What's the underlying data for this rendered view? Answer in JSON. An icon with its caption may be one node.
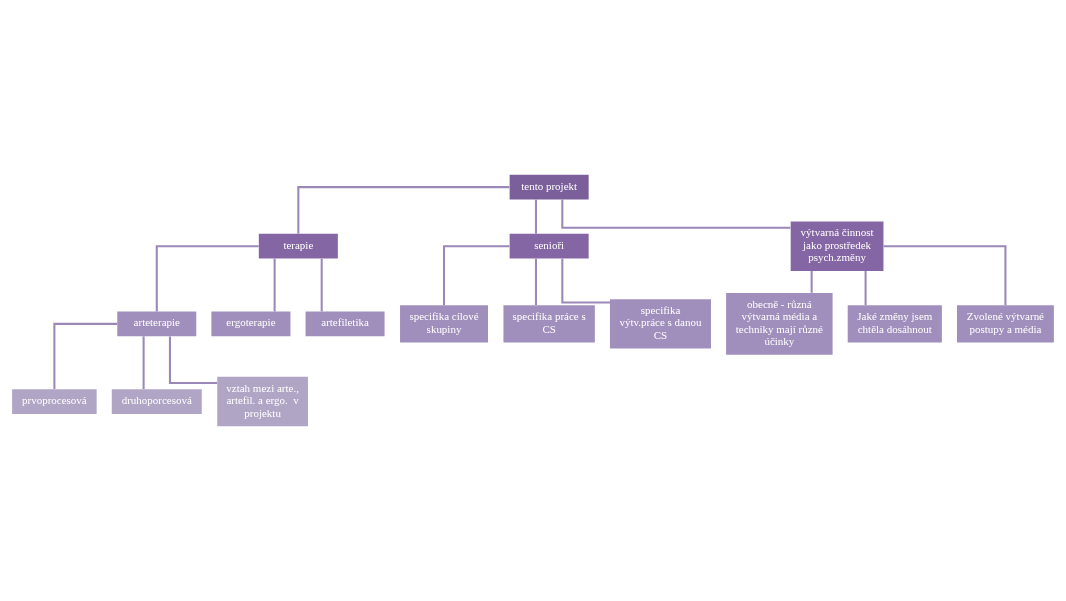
{
  "diagram": {
    "nodes": [
      {
        "text": [
          "tento projekt"
        ]
      },
      {
        "text": [
          "terapie"
        ]
      },
      {
        "text": [
          "senioři"
        ]
      },
      {
        "text": [
          "výtvarná činnost jako prostředek psych.změny"
        ]
      },
      {
        "text": [
          "arteterapie"
        ]
      },
      {
        "text": [
          "ergoterapie"
        ]
      },
      {
        "text": [
          "artefiletika"
        ]
      },
      {
        "text": [
          "prvoprocesová"
        ]
      },
      {
        "text": [
          "druhoporcesová"
        ]
      },
      {
        "text": [
          "vztah mezi arte., artefil. a ergo.  v projektu"
        ]
      },
      {
        "text": [
          "specifika cílové skupiny"
        ]
      },
      {
        "text": [
          "specifika práce s CS"
        ]
      },
      {
        "text": [
          "specifika výtv.práce s danou CS"
        ]
      },
      {
        "text": [
          "obecně - různá výtvarná média a techniky mají různé účinky"
        ]
      },
      {
        "text": [
          "Jaké změny jsem chtěla dosáhnout"
        ]
      },
      {
        "text": [
          "Zvolené výtvarné postupy a média"
        ]
      }
    ],
    "edges": [
      {
        "from": 0,
        "to": 1,
        "arrow": "none"
      },
      {
        "from": 0,
        "to": 2,
        "arrow": "none"
      },
      {
        "from": 0,
        "to": 3,
        "arrow": "none"
      },
      {
        "from": 1,
        "to": 4,
        "arrow": "none"
      },
      {
        "from": 1,
        "to": 5,
        "arrow": "none"
      },
      {
        "from": 1,
        "to": 6,
        "arrow": "none"
      },
      {
        "from": 4,
        "to": 7,
        "arrow": "none"
      },
      {
        "from": 4,
        "to": 8,
        "arrow": "none"
      },
      {
        "from": 4,
        "to": 9,
        "arrow": "none"
      },
      {
        "from": 2,
        "to": 10,
        "arrow": "none"
      },
      {
        "from": 2,
        "to": 11,
        "arrow": "none"
      },
      {
        "from": 2,
        "to": 12,
        "arrow": "none"
      },
      {
        "from": 3,
        "to": 13,
        "arrow": "none"
      },
      {
        "from": 3,
        "to": 14,
        "arrow": "none"
      },
      {
        "from": 3,
        "to": 15,
        "arrow": "none"
      }
    ]
  }
}
